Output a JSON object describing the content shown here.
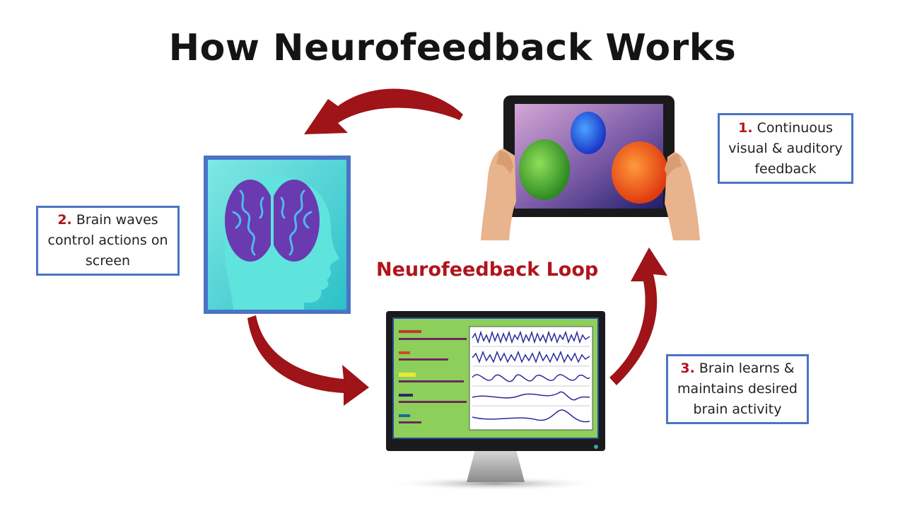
{
  "title": "How Neurofeedback Works",
  "loop_label": "Neurofeedback Loop",
  "steps": [
    {
      "num": "1.",
      "lines": [
        "Continuous",
        "visual & auditory",
        "feedback"
      ]
    },
    {
      "num": "2.",
      "lines": [
        "Brain waves",
        "control actions on",
        "screen"
      ]
    },
    {
      "num": "3.",
      "lines": [
        "Brain learns &",
        "maintains desired",
        "brain activity"
      ]
    }
  ],
  "colors": {
    "arrow": "#9e1418",
    "box_border": "#4a74c4",
    "step_number": "#b0151c",
    "loop_label": "#b0151c",
    "brain_panel": "#3fd6d0",
    "brain": "#6a3ab0",
    "eeg_screen": "#8ccf5a"
  },
  "icons": [
    "tablet-icon",
    "brain-head-icon",
    "eeg-monitor-icon",
    "arrow-icon"
  ]
}
